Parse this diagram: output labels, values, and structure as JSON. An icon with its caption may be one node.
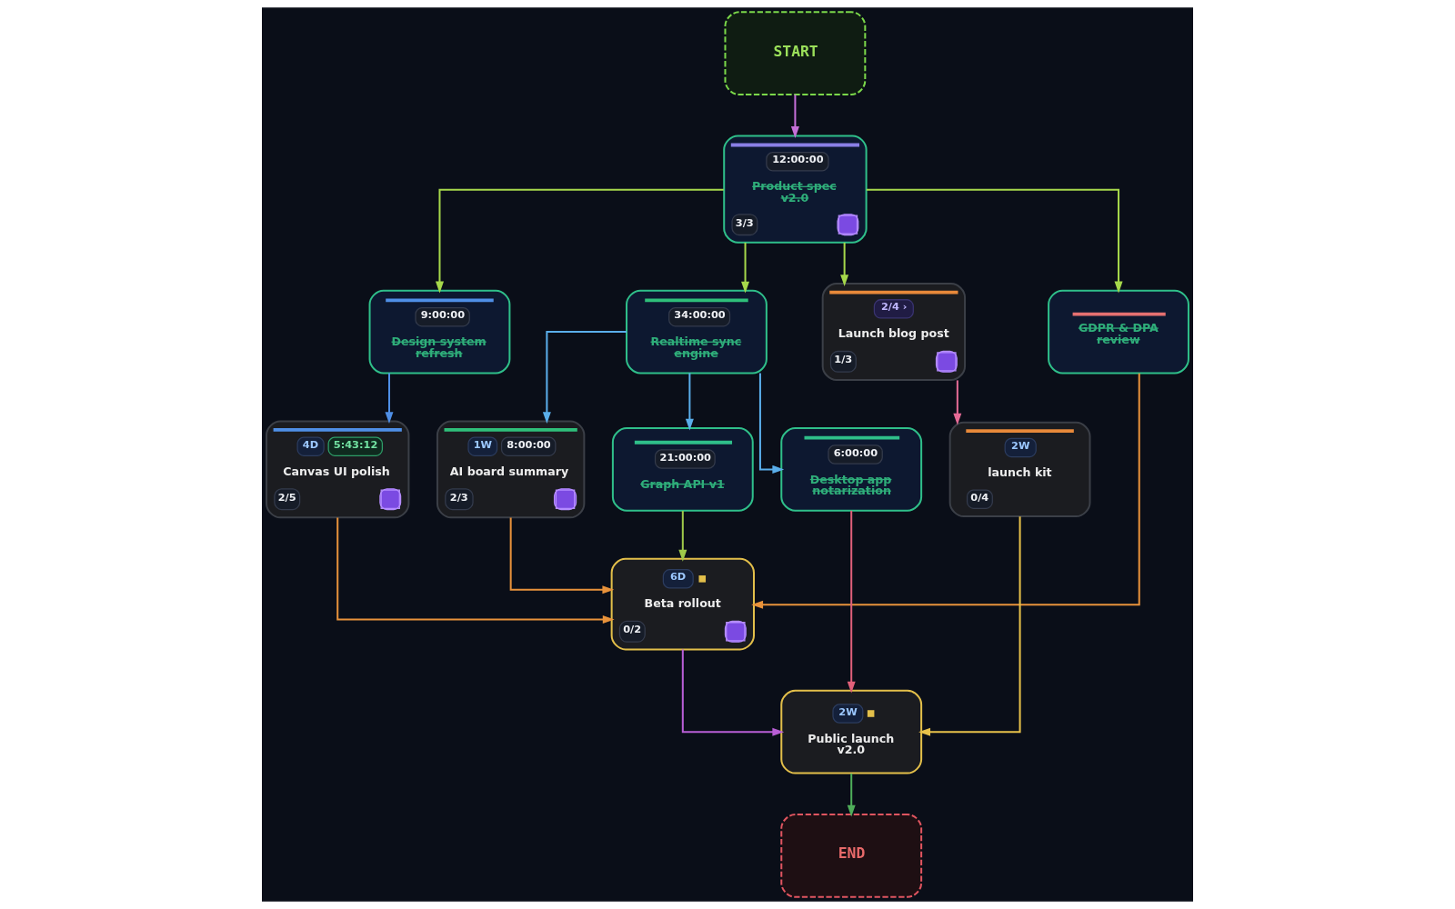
{
  "diagram": {
    "nodes": [
      {
        "text": [
          "START"
        ]
      },
      {
        "text": [
          "12:00:00",
          "Product spec v2.0",
          "3/3"
        ]
      },
      {
        "text": [
          "9:00:00",
          "Design system refresh"
        ]
      },
      {
        "text": [
          "34:00:00",
          "Realtime sync engine"
        ]
      },
      {
        "text": [
          "2/4 ›",
          "Launch blog post",
          "1/3"
        ]
      },
      {
        "text": [
          "GDPR & DPA review"
        ]
      },
      {
        "text": [
          "4D",
          "5:43:12",
          "Canvas UI polish",
          "2/5"
        ]
      },
      {
        "text": [
          "1W",
          "8:00:00",
          "AI board summary",
          "2/3"
        ]
      },
      {
        "text": [
          "21:00:00",
          "Graph API v1"
        ]
      },
      {
        "text": [
          "6:00:00",
          "Desktop app notarization"
        ]
      },
      {
        "text": [
          "2W",
          "launch kit",
          "0/4"
        ]
      },
      {
        "text": [
          "6D",
          "Beta rollout",
          "0/2"
        ]
      },
      {
        "text": [
          "2W",
          "Public launch v2.0"
        ]
      },
      {
        "text": [
          "END"
        ]
      }
    ],
    "edges": [
      {
        "from": 0,
        "to": 1,
        "arrow": "to",
        "color": "#c56fd8"
      },
      {
        "from": 1,
        "to": 2,
        "arrow": "to",
        "color": "#a6d84b"
      },
      {
        "from": 1,
        "to": 3,
        "arrow": "to",
        "color": "#a6d84b"
      },
      {
        "from": 1,
        "to": 4,
        "arrow": "to",
        "color": "#a6d84b"
      },
      {
        "from": 1,
        "to": 5,
        "arrow": "to",
        "color": "#a6d84b"
      },
      {
        "from": 2,
        "to": 6,
        "arrow": "to",
        "color": "#4f8fe6"
      },
      {
        "from": 3,
        "to": 7,
        "arrow": "to",
        "color": "#5aaeea"
      },
      {
        "from": 3,
        "to": 8,
        "arrow": "to",
        "color": "#5aaeea"
      },
      {
        "from": 3,
        "to": 9,
        "arrow": "to",
        "color": "#5aaeea"
      },
      {
        "from": 4,
        "to": 10,
        "arrow": "to",
        "color": "#e56b96"
      },
      {
        "from": 5,
        "to": 11,
        "arrow": "to",
        "color": "#e8923b"
      },
      {
        "from": 6,
        "to": 11,
        "arrow": "to",
        "color": "#e8923b"
      },
      {
        "from": 7,
        "to": 11,
        "arrow": "to",
        "color": "#e8923b"
      },
      {
        "from": 8,
        "to": 11,
        "arrow": "to",
        "color": "#9fc94a"
      },
      {
        "from": 9,
        "to": 12,
        "arrow": "to",
        "color": "#e0607a"
      },
      {
        "from": 10,
        "to": 12,
        "arrow": "to",
        "color": "#e8c24a"
      },
      {
        "from": 11,
        "to": 12,
        "arrow": "to",
        "color": "#b95fd6"
      },
      {
        "from": 12,
        "to": 13,
        "arrow": "to",
        "color": "#4fae5a"
      }
    ]
  }
}
